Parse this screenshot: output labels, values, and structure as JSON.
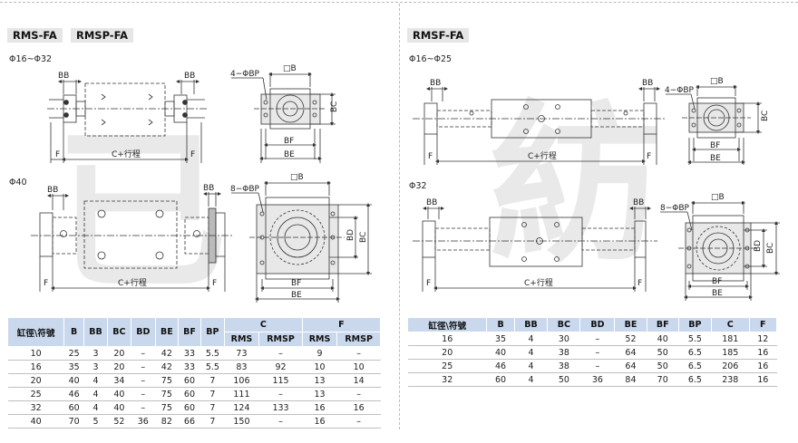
{
  "left": {
    "series_labels": [
      "RMS-FA",
      "RMSP-FA"
    ],
    "size_range_1": "Φ16~Φ32",
    "size_range_2": "Φ40",
    "table": {
      "header_first": "缸徑\\符號",
      "header_cols": [
        "B",
        "BB",
        "BC",
        "BD",
        "BE",
        "BF",
        "BP"
      ],
      "header_group_c": "C",
      "header_group_f": "F",
      "sub_headers": [
        "RMS",
        "RMSP",
        "RMS",
        "RMSP"
      ],
      "rows": [
        [
          "10",
          "25",
          "3",
          "20",
          "–",
          "42",
          "33",
          "5.5",
          "73",
          "–",
          "9",
          "–"
        ],
        [
          "16",
          "35",
          "3",
          "20",
          "–",
          "42",
          "33",
          "5.5",
          "83",
          "92",
          "10",
          "10"
        ],
        [
          "20",
          "40",
          "4",
          "34",
          "–",
          "75",
          "60",
          "7",
          "106",
          "115",
          "13",
          "14"
        ],
        [
          "25",
          "46",
          "4",
          "40",
          "–",
          "75",
          "60",
          "7",
          "111",
          "–",
          "13",
          "–"
        ],
        [
          "32",
          "60",
          "4",
          "40",
          "–",
          "75",
          "60",
          "7",
          "124",
          "133",
          "16",
          "16"
        ],
        [
          "40",
          "70",
          "5",
          "52",
          "36",
          "82",
          "66",
          "7",
          "150",
          "–",
          "16",
          "–"
        ]
      ]
    }
  },
  "right": {
    "series_label": "RMSF-FA",
    "size_range_1": "Φ16~Φ25",
    "size_range_2": "Φ32",
    "table": {
      "headers": [
        "缸徑\\符號",
        "B",
        "BB",
        "BC",
        "BD",
        "BE",
        "BF",
        "BP",
        "C",
        "F"
      ],
      "rows": [
        [
          "16",
          "35",
          "4",
          "30",
          "–",
          "52",
          "40",
          "5.5",
          "181",
          "12"
        ],
        [
          "20",
          "40",
          "4",
          "38",
          "–",
          "64",
          "50",
          "6.5",
          "185",
          "16"
        ],
        [
          "25",
          "46",
          "4",
          "38",
          "–",
          "64",
          "50",
          "6.5",
          "206",
          "16"
        ],
        [
          "32",
          "60",
          "4",
          "50",
          "36",
          "84",
          "70",
          "6.5",
          "238",
          "16"
        ]
      ]
    }
  },
  "dim_labels": {
    "bb": "BB",
    "f": "F",
    "c_stroke": "C+行程",
    "hole": "4−ΦBP",
    "hole8": "8−ΦBP",
    "square_b": "□B",
    "bc": "BC",
    "bd": "BD",
    "bf": "BF",
    "be": "BE"
  },
  "watermark": [
    "已",
    "紡"
  ]
}
